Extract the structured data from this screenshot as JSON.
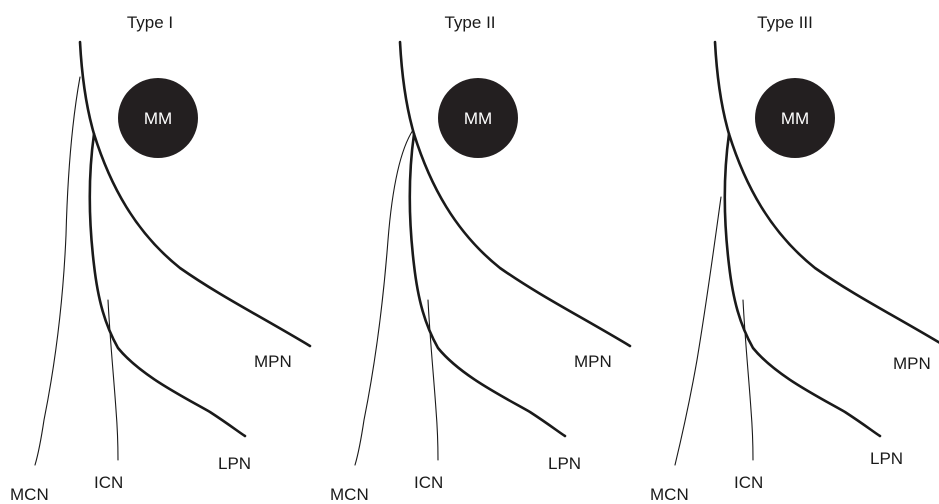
{
  "panels": [
    {
      "title": "Type I",
      "mm_label": "MM",
      "labels": {
        "mcn": "MCN",
        "icn": "ICN",
        "lpn": "LPN",
        "mpn": "MPN"
      }
    },
    {
      "title": "Type II",
      "mm_label": "MM",
      "labels": {
        "mcn": "MCN",
        "icn": "ICN",
        "lpn": "LPN",
        "mpn": "MPN"
      }
    },
    {
      "title": "Type III",
      "mm_label": "MM",
      "labels": {
        "mcn": "MCN",
        "icn": "ICN",
        "lpn": "LPN",
        "mpn": "MPN"
      }
    }
  ],
  "colors": {
    "line": "#1a1a1a",
    "mass": "#231f20",
    "mass_text": "#ffffff",
    "background": "#ffffff"
  }
}
